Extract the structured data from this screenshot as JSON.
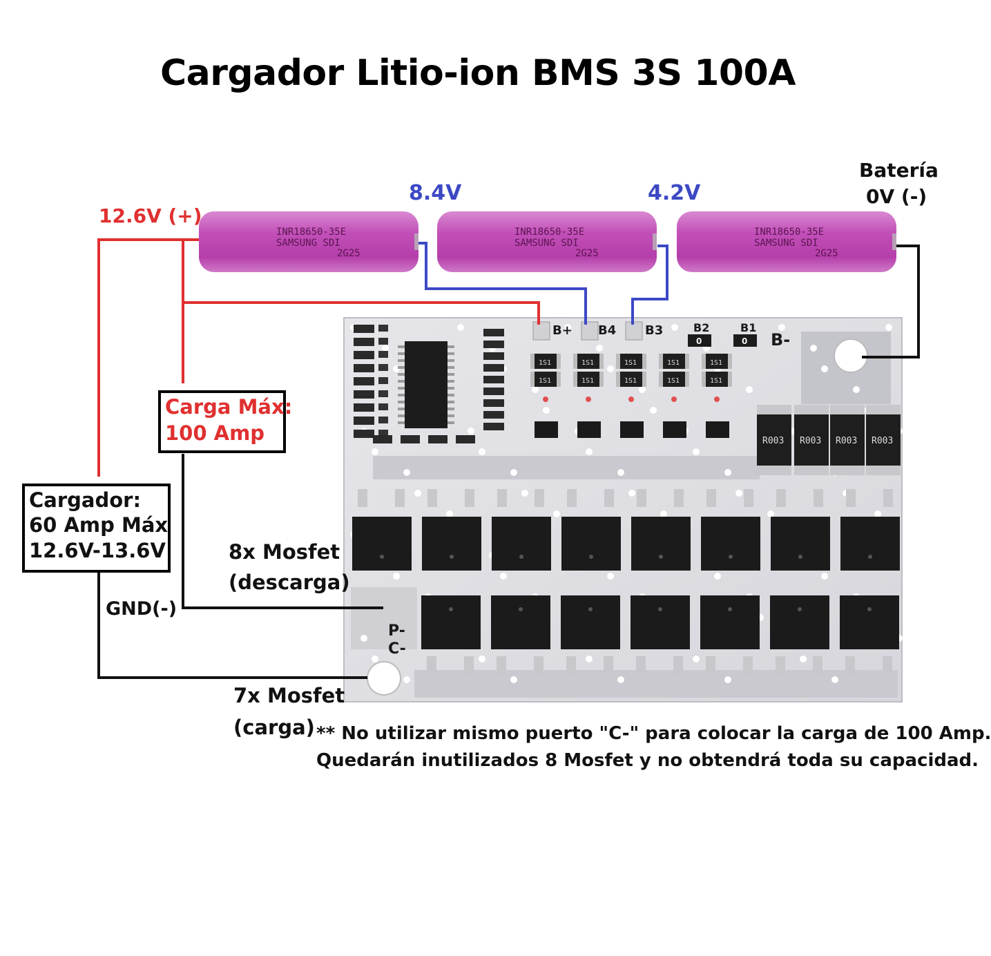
{
  "title": "Cargador Litio-ion BMS 3S 100A",
  "labels": {
    "plus": "12.6V (+)",
    "v84": "8.4V",
    "v42": "4.2V",
    "bateria_line1": "Batería",
    "bateria_line2": "0V (-)",
    "gnd": "GND(-)",
    "mosfet_descarga_line1": "8x Mosfet",
    "mosfet_descarga_line2": "(descarga)",
    "mosfet_carga_line1": "7x Mosfet",
    "mosfet_carga_line2": "(carga)"
  },
  "carga_box": {
    "line1": "Carga Máx:",
    "line2": "100 Amp"
  },
  "cargador_box": {
    "line1": "Cargador:",
    "line2": "60 Amp Máx",
    "line3": "12.6V-13.6V"
  },
  "note": {
    "line1": "** No utilizar mismo puerto \"C-\" para colocar la carga de 100 Amp.",
    "line2": "Quedarán inutilizados 8 Mosfet y no obtendrá toda su capacidad."
  },
  "battery": {
    "line1": "INR18650-35E",
    "line2": "SAMSUNG  SDI",
    "line3": "2G25"
  },
  "pcb": {
    "b_plus": "B+",
    "b4": "B4",
    "b3": "B3",
    "b2": "B2",
    "b1": "B1",
    "b_minus": "B-",
    "p_minus": "P-",
    "c_minus": "C-",
    "shunt_label": "R003",
    "smd_label": "1S1",
    "zero": "0"
  },
  "colors": {
    "red_wire": "#e03030",
    "blue_wire": "#3c49c4",
    "black_wire": "#111111",
    "battery": "#c95bc0"
  }
}
